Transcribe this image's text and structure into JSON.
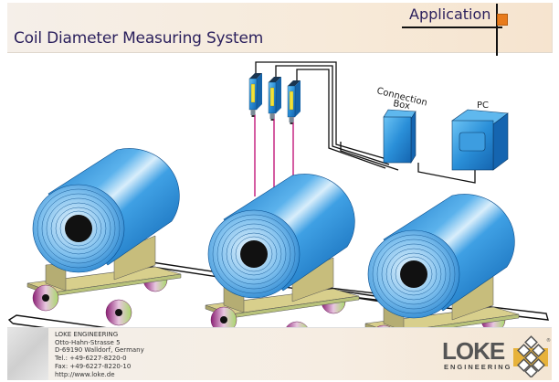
{
  "header": {
    "title": "Coil Diameter Measuring System",
    "section": "Application",
    "accent_color": "#e87b1c",
    "title_color": "#2a1f5c"
  },
  "diagram": {
    "labels": {
      "connection_box_line1": "Connection",
      "connection_box_line2": "Box",
      "pc": "PC"
    },
    "sensor_count": 3,
    "coil_count": 3,
    "colors": {
      "coil": "#1e88d0",
      "laser_beam": "#c2187a",
      "cart": "#c8c07a",
      "device": "#2a8fd8"
    }
  },
  "footer": {
    "company": "LOKE ENGINEERING",
    "street": "Otto-Hahn-Strasse 5",
    "city": "D-69190 Walldorf, Germany",
    "phone": "Tel.: +49-6227-8220-0",
    "fax": "Fax: +49-6227-8220-10",
    "website": "http://www.loke.de",
    "logo_main": "LOKE",
    "logo_sub": "ENGINEERING",
    "logo_registered": "®"
  }
}
